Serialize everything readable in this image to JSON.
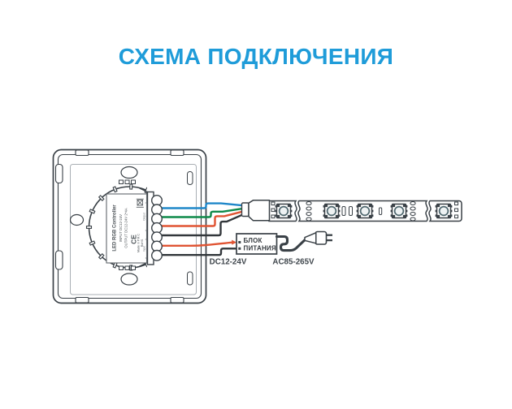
{
  "title": "СХЕМА ПОДКЛЮЧЕНИЯ",
  "colors": {
    "title": "#1F9CD9",
    "outline": "#3A4147",
    "wire_blue": "#1F87C9",
    "wire_green": "#0F8A4A",
    "wire_red": "#E05433",
    "wire_black": "#32373B"
  },
  "controller": {
    "name": "LED RGB Controller",
    "input": "INPUT DC12-24V",
    "output": "OUTPUT DC12-24V 2*4A",
    "ce": "CE",
    "made_in": "Made in P.R.C",
    "rohs": "RoHS",
    "terminals_output": "Output",
    "terminals_input": "Input"
  },
  "power_supply": {
    "line1": "БЛОК",
    "line2": "ПИТАНИЯ"
  },
  "wire_labels": {
    "dc": "DC12-24V",
    "ac": "AC85-265V"
  }
}
